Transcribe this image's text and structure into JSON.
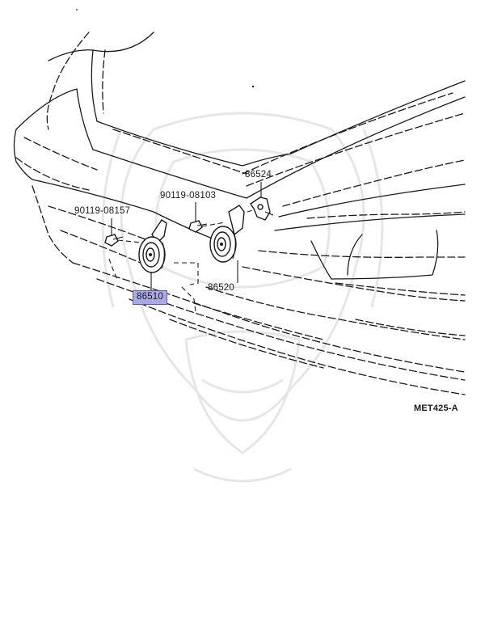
{
  "labels": {
    "bolt_left": "90119-08157",
    "bolt_center": "90119-08103",
    "bracket_upper": "86524",
    "horn_high": "86520",
    "horn_low": "86510",
    "ref_code": "MET425-A"
  },
  "colors": {
    "line": "#1a1a1a",
    "highlight": "#a9a9e6",
    "watermark": "#e6e6e6"
  }
}
